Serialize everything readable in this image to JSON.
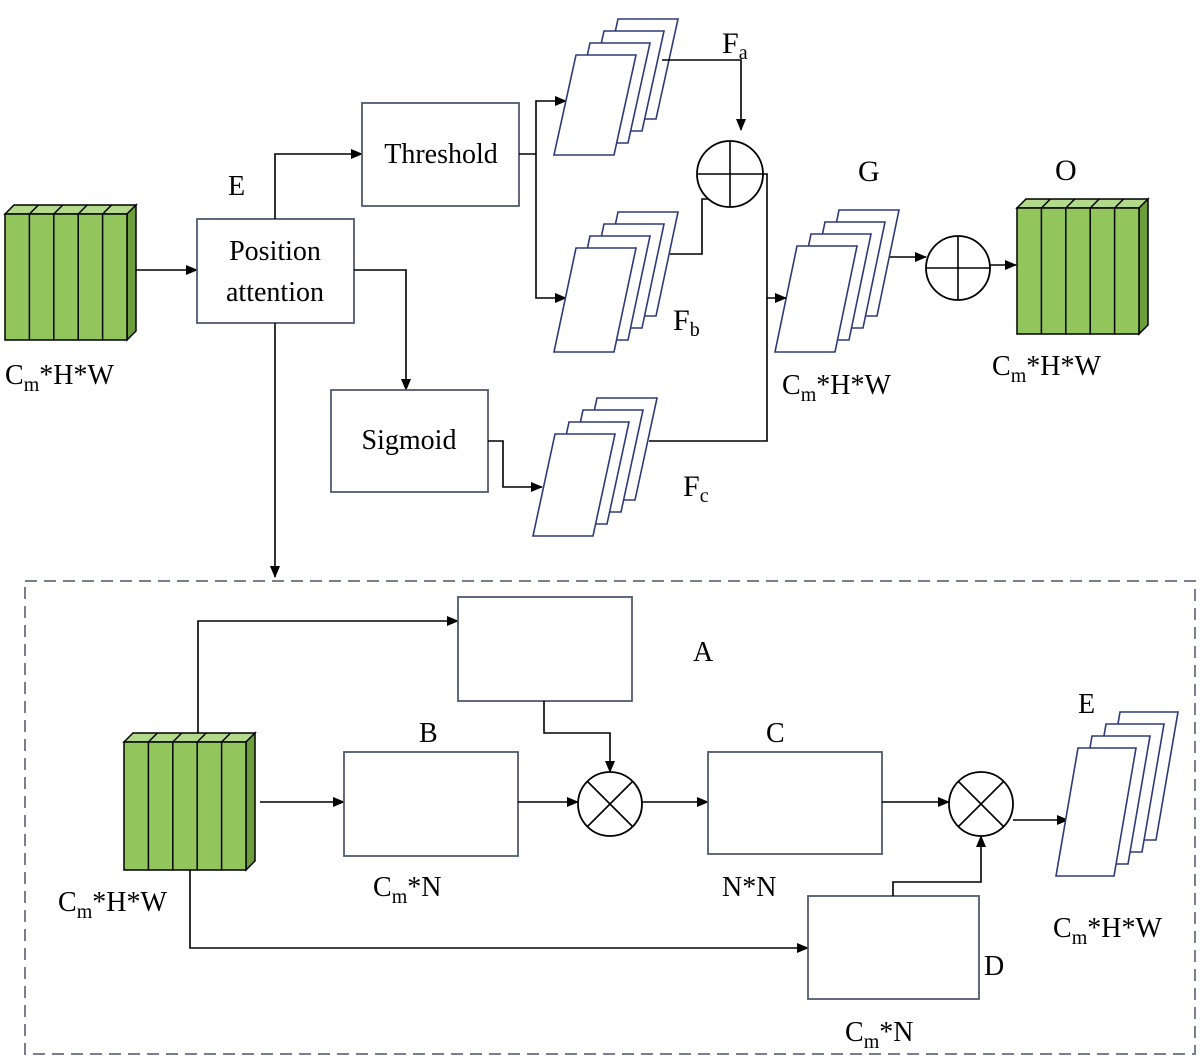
{
  "diagram": {
    "title": "",
    "top": {
      "input_dim": {
        "base": "C",
        "sub": "m",
        "rest": "*H*W"
      },
      "label_E": "E",
      "position_attention": [
        "Position",
        "attention"
      ],
      "threshold": "Threshold",
      "sigmoid": "Sigmoid",
      "label_Fa": {
        "base": "F",
        "sub": "a"
      },
      "label_Fb": {
        "base": "F",
        "sub": "b"
      },
      "label_Fc": {
        "base": "F",
        "sub": "c"
      },
      "label_G": "G",
      "g_dim": {
        "base": "C",
        "sub": "m",
        "rest": "*H*W"
      },
      "label_O": "O",
      "o_dim": {
        "base": "C",
        "sub": "m",
        "rest": "*H*W"
      }
    },
    "bottom": {
      "input_dim": {
        "base": "C",
        "sub": "m",
        "rest": "*H*W"
      },
      "label_A": "A",
      "label_B": "B",
      "b_dim": {
        "base": "C",
        "sub": "m",
        "rest": "*N"
      },
      "label_C": "C",
      "c_dim": "N*N",
      "label_D": "D",
      "d_dim": {
        "base": "C",
        "sub": "m",
        "rest": "*N"
      },
      "label_E": "E",
      "e_dim": {
        "base": "C",
        "sub": "m",
        "rest": "*H*W"
      }
    }
  },
  "colors": {
    "cube_green": "#92c65c",
    "box_stroke": "#505a6e",
    "feature_map_stroke": "#2e3a78",
    "dashed_border": "#7a7f90"
  }
}
